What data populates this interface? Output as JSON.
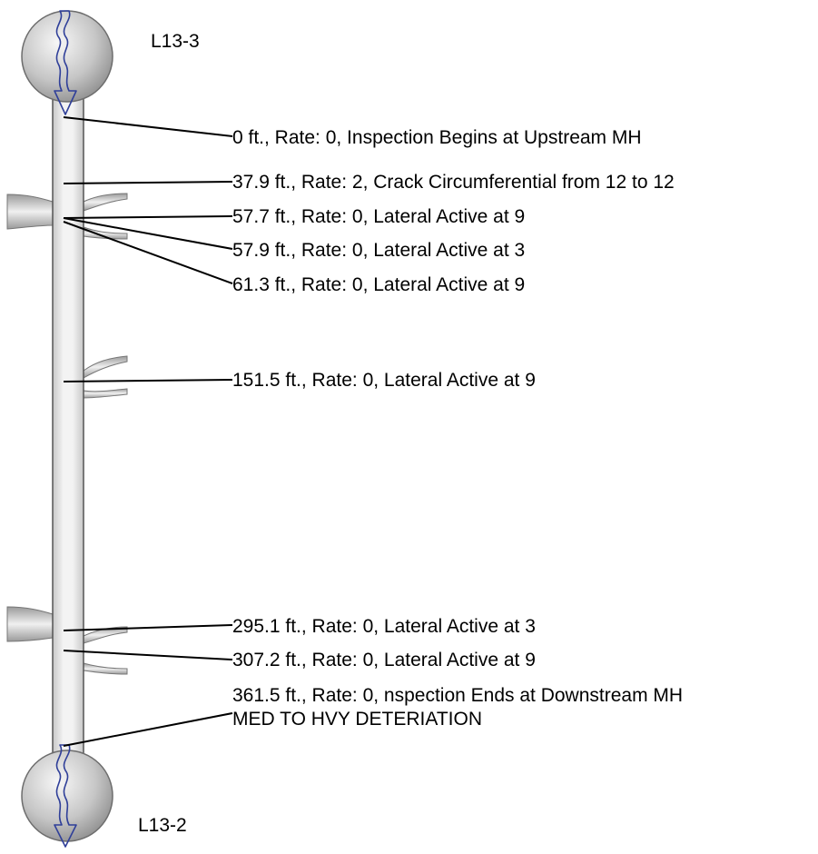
{
  "manholes": {
    "upstream": {
      "label": "L13-3"
    },
    "downstream": {
      "label": "L13-2"
    }
  },
  "observations": [
    {
      "distance_ft": 0,
      "text": "0 ft., Rate: 0, Inspection Begins at Upstream MH"
    },
    {
      "distance_ft": 37.9,
      "text": "37.9 ft., Rate: 2, Crack Circumferential from 12 to 12"
    },
    {
      "distance_ft": 57.7,
      "text": "57.7 ft., Rate: 0, Lateral Active at 9"
    },
    {
      "distance_ft": 57.9,
      "text": "57.9 ft., Rate: 0, Lateral Active at 3"
    },
    {
      "distance_ft": 61.3,
      "text": "61.3 ft., Rate: 0, Lateral Active at 9"
    },
    {
      "distance_ft": 151.5,
      "text": "151.5 ft., Rate: 0, Lateral Active at 9"
    },
    {
      "distance_ft": 295.1,
      "text": "295.1 ft., Rate: 0, Lateral Active at 3"
    },
    {
      "distance_ft": 307.2,
      "text": "307.2 ft., Rate: 0, Lateral Active at 9"
    },
    {
      "distance_ft": 361.5,
      "text": "361.5 ft., Rate: 0, nspection Ends at Downstream MH",
      "text2": "MED TO HVY DETERIATION"
    }
  ],
  "colors": {
    "pipe_edge": "#555555",
    "pipe_fill": "#e4e4e4",
    "flow_arrow": "#2f3f99",
    "manhole": "#bdbdbd"
  }
}
